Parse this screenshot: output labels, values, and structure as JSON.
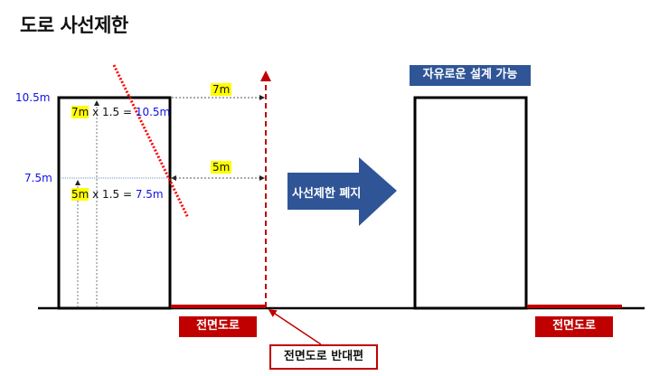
{
  "title": "도로 사선제한",
  "left_diagram": {
    "levels": {
      "upper": "10.5m",
      "lower": "7.5m"
    },
    "calc_upper": {
      "base": "7m",
      "op": " x 1.5 = ",
      "result": "10.5m"
    },
    "calc_lower": {
      "base": "5m",
      "op": " x 1.5 = ",
      "result": "7.5m"
    },
    "dims": {
      "upper": "7m",
      "lower": "5m"
    },
    "road_label": "전면도로",
    "opposite_label": "전면도로 반대편"
  },
  "arrow": {
    "label": "사선제한 폐지"
  },
  "right_diagram": {
    "header": "자유로운 설계 가능",
    "road_label": "전면도로"
  },
  "colors": {
    "red": "#c00000",
    "blue": "#2f5597",
    "level_blue": "#1010e6",
    "highlight": "#ffff00",
    "dotted_red": "#ff0000"
  }
}
